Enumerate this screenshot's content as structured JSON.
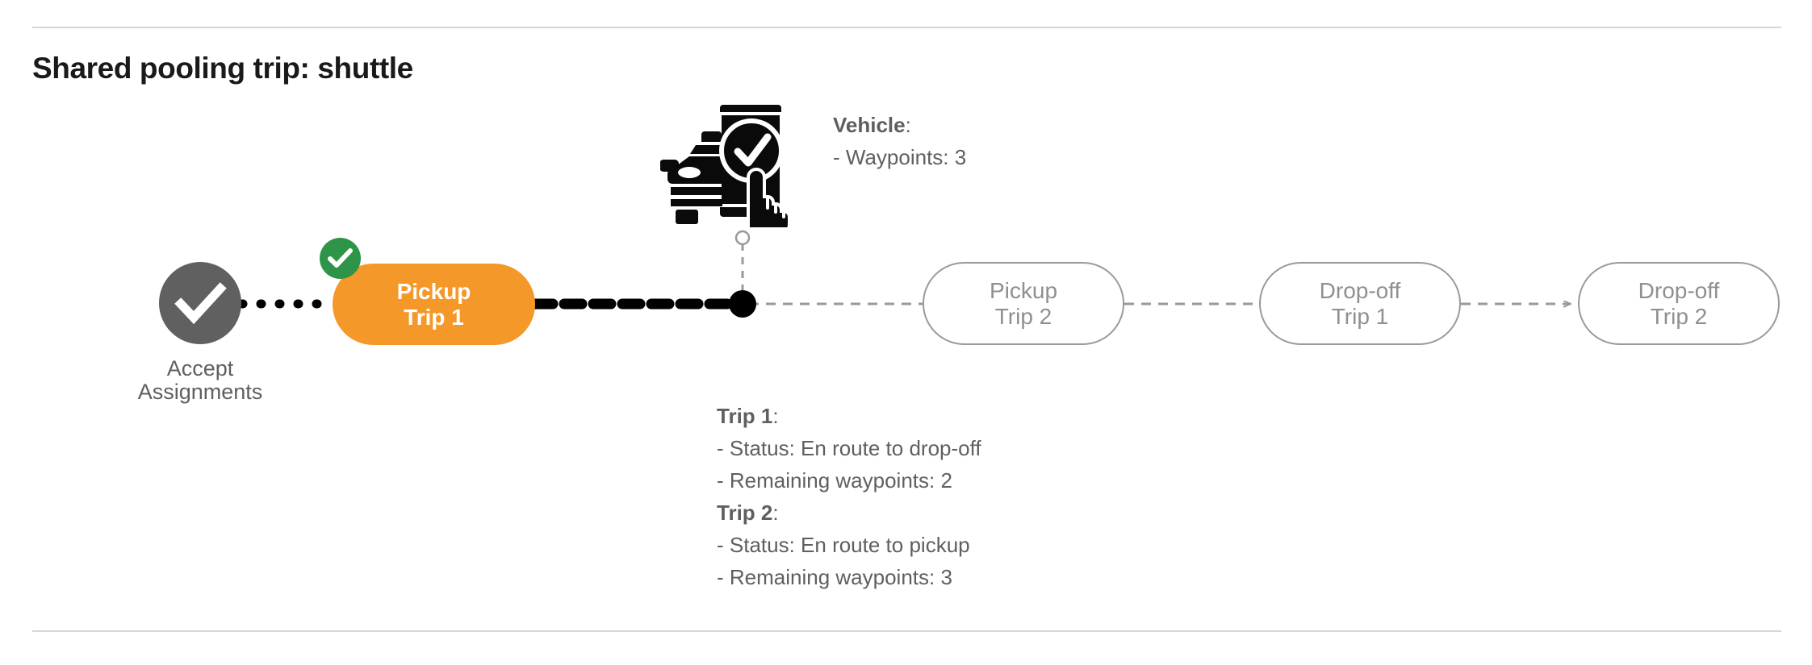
{
  "page": {
    "title": "Shared pooling trip: shuttle"
  },
  "colors": {
    "active_node": "#F5982A",
    "completed_badge": "#2E9447",
    "start_node": "#606060",
    "pending_node_border": "#9a9a9a",
    "pending_node_text": "#8f8f8f",
    "body_text": "#5f5f5f",
    "rule": "#d6d6d6",
    "active_connector": "#000000",
    "pending_connector": "#9a9a9a"
  },
  "flow": {
    "start": {
      "icon": "check-circle-icon",
      "label_line1": "Accept",
      "label_line2": "Assignments",
      "state": "completed"
    },
    "nodes": [
      {
        "id": "pickup-trip-1",
        "line1": "Pickup",
        "line2": "Trip 1",
        "state": "active",
        "badge": "check-badge-icon"
      },
      {
        "id": "pickup-trip-2",
        "line1": "Pickup",
        "line2": "Trip 2",
        "state": "pending"
      },
      {
        "id": "dropoff-trip-1",
        "line1": "Drop-off",
        "line2": "Trip 1",
        "state": "pending"
      },
      {
        "id": "dropoff-trip-2",
        "line1": "Drop-off",
        "line2": "Trip 2",
        "state": "pending"
      }
    ],
    "vehicle_marker": {
      "icon": "vehicle-phone-check-icon",
      "position_dot": "current-position-dot"
    }
  },
  "vehicle_info": {
    "heading": "Vehicle",
    "heading_colon": ":",
    "waypoints_line": "- Waypoints: 3"
  },
  "trips_info": {
    "trip1": {
      "heading": "Trip 1",
      "heading_colon": ":",
      "status_line": "- Status:  En route to drop-off",
      "waypoints_line": "- Remaining waypoints: 2"
    },
    "trip2": {
      "heading": "Trip 2",
      "heading_colon": ":",
      "status_line": "- Status:  En route to pickup",
      "waypoints_line": "- Remaining waypoints: 3"
    }
  }
}
